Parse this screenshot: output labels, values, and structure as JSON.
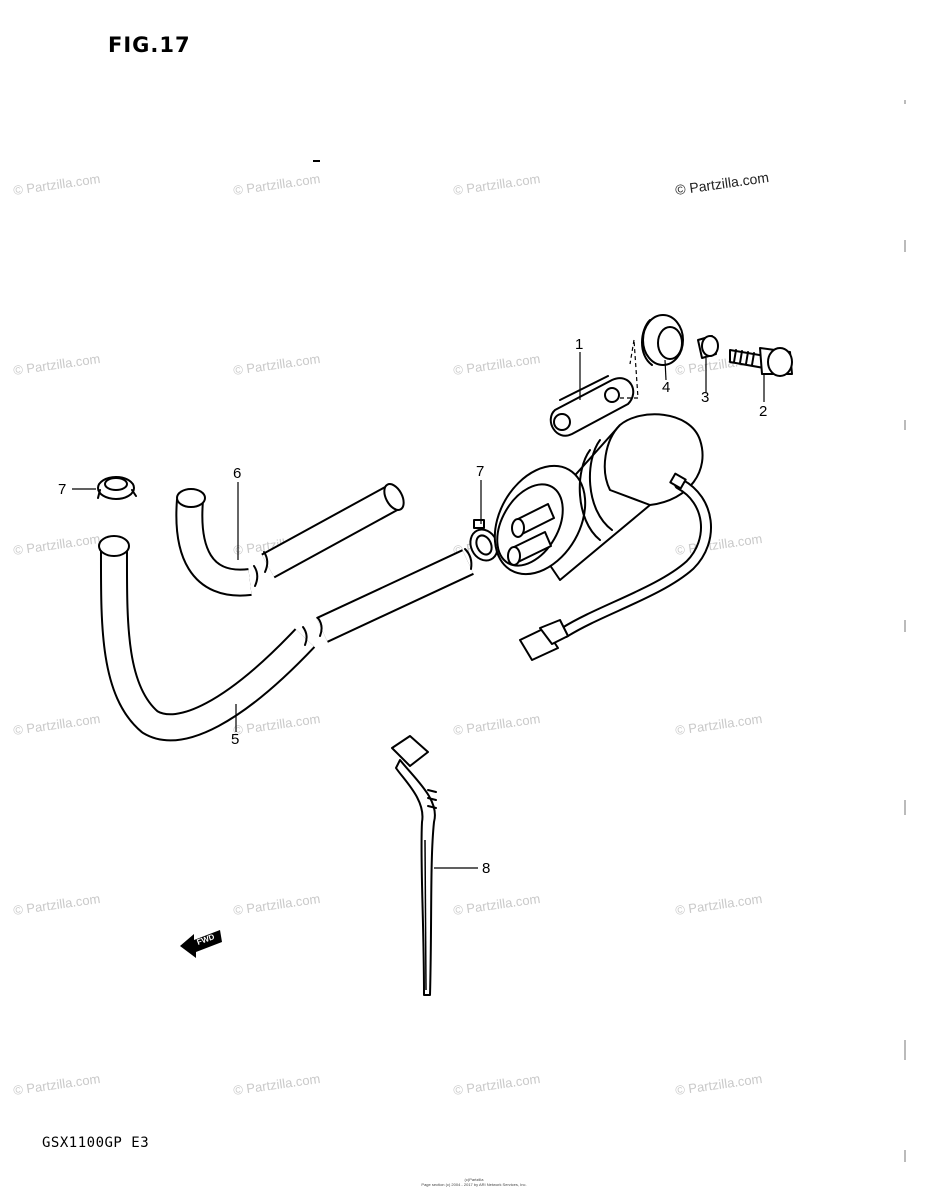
{
  "figure": {
    "title": "FIG.17",
    "model_code": "GSX1100GP E3",
    "watermark": "© Partzilla.com",
    "footer_line1": "(c)Partzilla",
    "footer_line2": "Page section (c) 2004 - 2017 by ARI Network Services, Inc.",
    "fwd_label": "FWD"
  },
  "callouts": [
    {
      "id": "c1",
      "label": "1"
    },
    {
      "id": "c2",
      "label": "2"
    },
    {
      "id": "c3",
      "label": "3"
    },
    {
      "id": "c4",
      "label": "4"
    },
    {
      "id": "c5",
      "label": "5"
    },
    {
      "id": "c6",
      "label": "6"
    },
    {
      "id": "c7a",
      "label": "7"
    },
    {
      "id": "c7b",
      "label": "7"
    },
    {
      "id": "c8",
      "label": "8"
    }
  ]
}
